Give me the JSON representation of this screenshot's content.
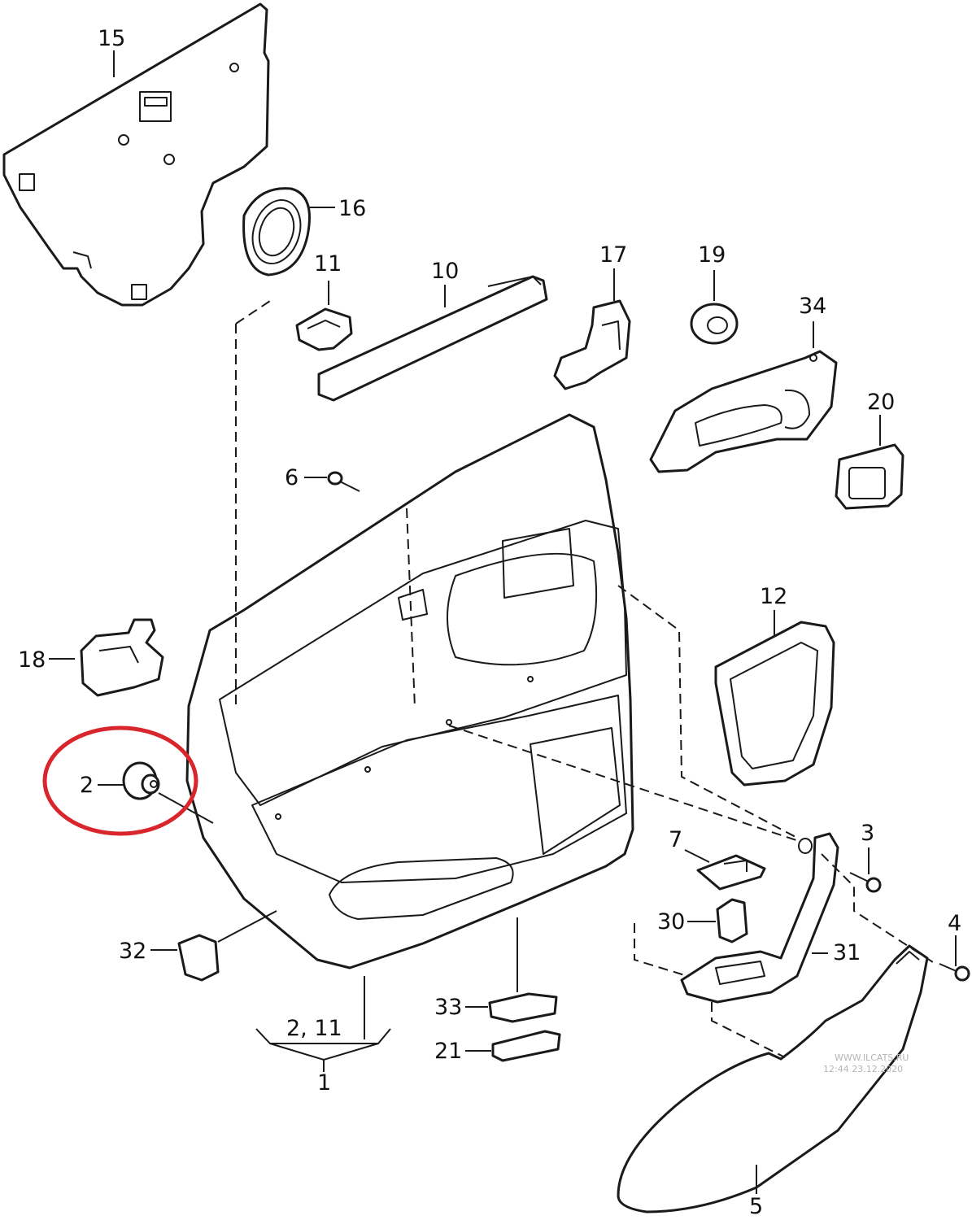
{
  "highlight_color": "#d8262c",
  "line_color": "#1a1a1a",
  "labels": {
    "l1": "1",
    "l2": "2",
    "l3": "3",
    "l4": "4",
    "l5": "5",
    "l6": "6",
    "l7": "7",
    "l10": "10",
    "l11": "11",
    "l12": "12",
    "l15": "15",
    "l16": "16",
    "l17": "17",
    "l18": "18",
    "l19": "19",
    "l20": "20",
    "l21": "21",
    "l30": "30",
    "l31": "31",
    "l32": "32",
    "l33": "33",
    "l34": "34",
    "l2_11": "2, 11"
  },
  "watermark": {
    "site": "WWW.ILCATS.RU",
    "timestamp": "12:44 23.12.2020"
  }
}
